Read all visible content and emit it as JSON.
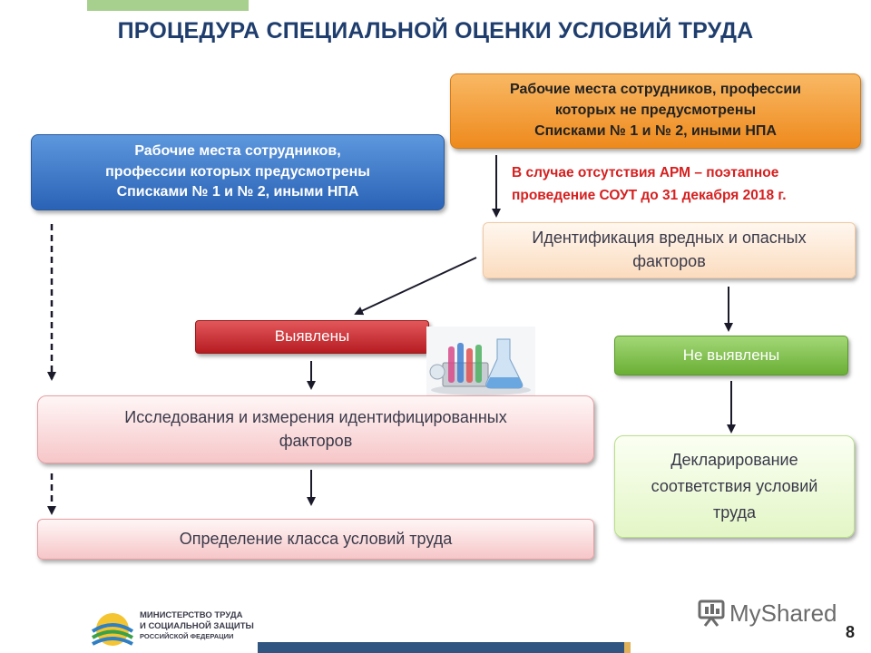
{
  "title": "ПРОЦЕДУРА СПЕЦИАЛЬНОЙ ОЦЕНКИ УСЛОВИЙ ТРУДА",
  "boxes": {
    "listed_jobs": [
      "Рабочие места сотрудников,",
      "профессии которых  предусмотрены",
      "Списками № 1 и № 2, иными НПА"
    ],
    "unlisted_jobs": [
      "Рабочие места сотрудников, профессии",
      "которых не предусмотрены",
      "Списками № 1 и № 2, иными НПА"
    ],
    "note": [
      "В случае отсутствия АРМ – поэтапное",
      "проведение СОУТ до 31 декабря 2018 г."
    ],
    "identification": [
      "Идентификация вредных и опасных",
      "факторов"
    ],
    "found": "Выявлены",
    "not_found": "Не выявлены",
    "research": [
      "Исследования и измерения идентифицированных",
      "факторов"
    ],
    "class_definition": "Определение класса условий труда",
    "declaration": [
      "Декларирование",
      "соответствия условий",
      "труда"
    ]
  },
  "footer": {
    "ministry_line1": "МИНИСТЕРСТВО ТРУДА",
    "ministry_line2": "И СОЦИАЛЬНОЙ ЗАЩИТЫ",
    "ministry_line3": "РОССИЙСКОЙ ФЕДЕРАЦИИ",
    "watermark": "MyShared",
    "page_number": "8"
  },
  "colors": {
    "title": "#1f3e6e",
    "blue": "#2a63b6",
    "orange": "#ee8a1d",
    "note_red": "#d62020",
    "found_red": "#b61c22",
    "not_found_green": "#6aaf35"
  }
}
